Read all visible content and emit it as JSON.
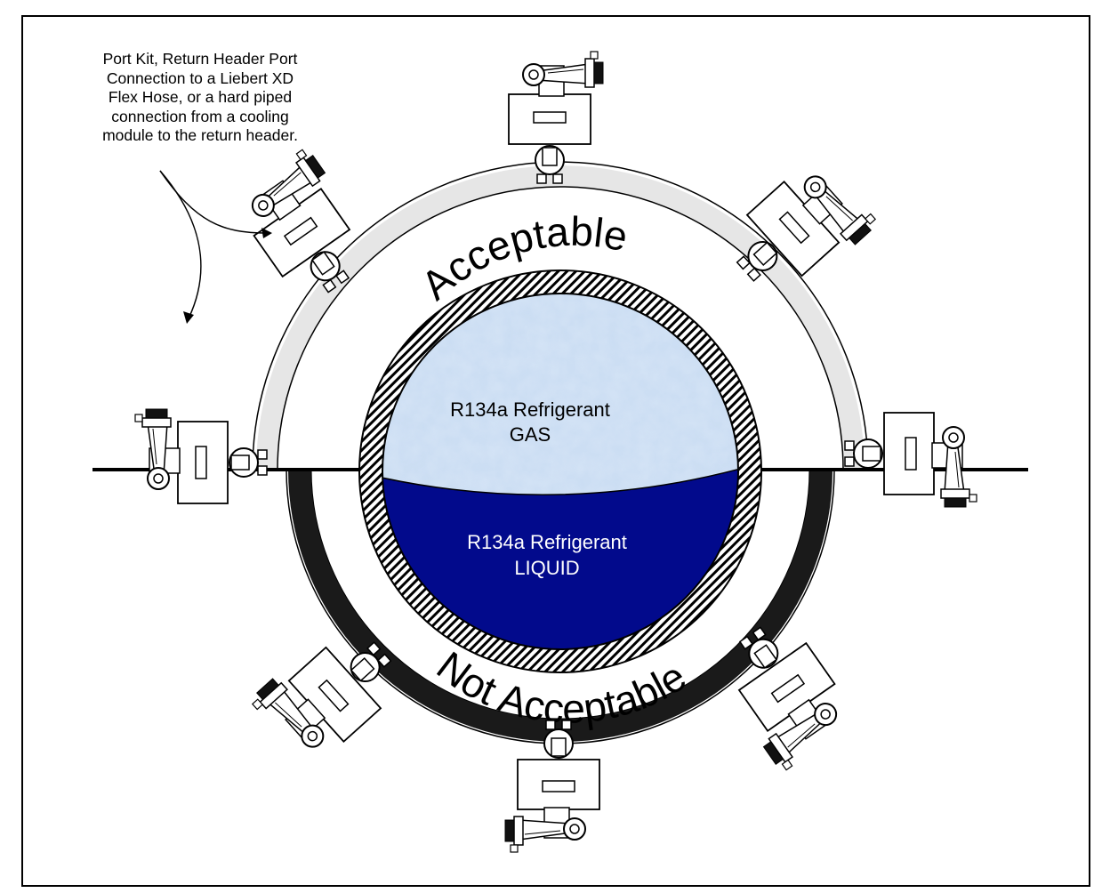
{
  "callout": {
    "text": "Port Kit, Return Header Port\nConnection to a Liebert XD\nFlex Hose, or a hard piped\nconnection from a cooling\nmodule to the return header."
  },
  "arc_labels": {
    "top": "Acceptable",
    "bottom": "Not Acceptable"
  },
  "pipe": {
    "gas_line1": "R134a Refrigerant",
    "gas_line2": "GAS",
    "liquid_line1": "R134a Refrigerant",
    "liquid_line2": "LIQUID"
  },
  "colors": {
    "gas_fill": "#c9dcf2",
    "liquid_fill": "#020a8c",
    "acceptable_ring": "#e6e6e6",
    "not_acceptable_ring": "#1a1a1a"
  }
}
